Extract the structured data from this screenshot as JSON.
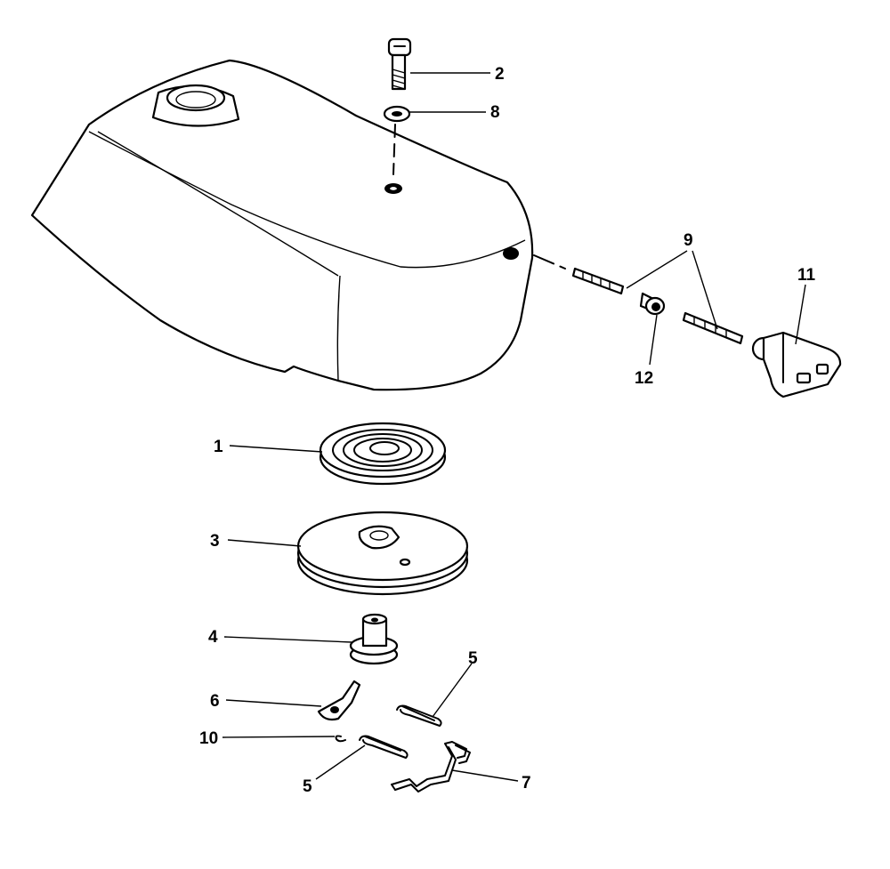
{
  "callouts": {
    "c1": "1",
    "c2": "2",
    "c3": "3",
    "c4": "4",
    "c5a": "5",
    "c5b": "5",
    "c6": "6",
    "c7": "7",
    "c8": "8",
    "c9": "9",
    "c10": "10",
    "c11": "11",
    "c12": "12"
  },
  "colors": {
    "ink": "#000000",
    "paper": "#ffffff"
  }
}
